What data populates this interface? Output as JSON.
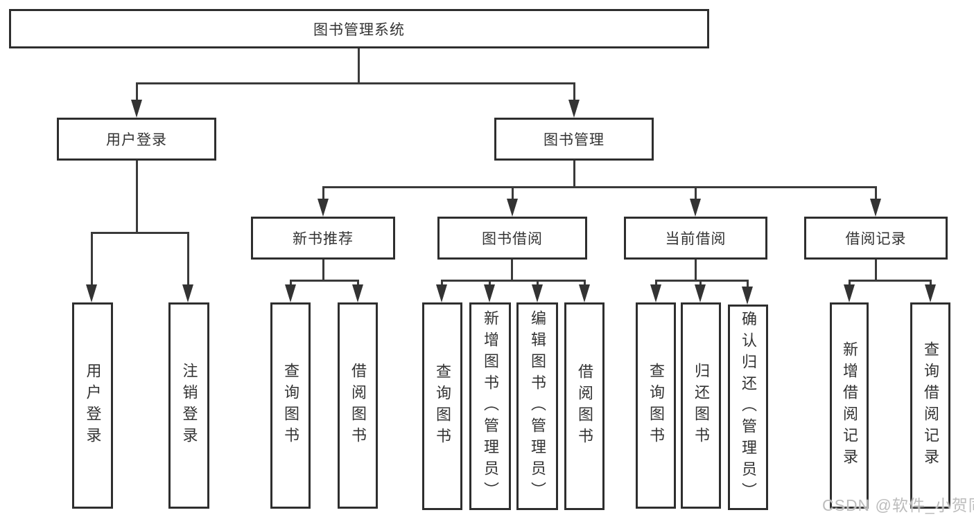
{
  "diagram": {
    "nodes": {
      "root": {
        "label": "图书管理系统"
      },
      "user_login": {
        "label": "用户登录"
      },
      "book_mgmt": {
        "label": "图书管理"
      },
      "new_book_rec": {
        "label": "新书推荐"
      },
      "book_borrow": {
        "label": "图书借阅"
      },
      "current_borrow": {
        "label": "当前借阅"
      },
      "borrow_record": {
        "label": "借阅记录"
      },
      "leaf_user_login": {
        "label": "用户登录"
      },
      "leaf_logout_login": {
        "label": "注销登录"
      },
      "leaf_rec_query_book": {
        "label": "查询图书"
      },
      "leaf_rec_borrow_book": {
        "label": "借阅图书"
      },
      "leaf_bor_query_book": {
        "label": "查询图书"
      },
      "leaf_bor_add_book": {
        "label": "新增图书（管理员）"
      },
      "leaf_bor_edit_book": {
        "label": "编辑图书（管理员）"
      },
      "leaf_bor_borrow_book": {
        "label": "借阅图书"
      },
      "leaf_cur_query_book": {
        "label": "查询图书"
      },
      "leaf_cur_return_book": {
        "label": "归还图书"
      },
      "leaf_cur_confirm_return": {
        "label": "确认归还（管理员）"
      },
      "leaf_hist_add_record": {
        "label": "新增借阅记录"
      },
      "leaf_hist_query_record": {
        "label": "查询借阅记录"
      }
    },
    "watermark": {
      "text": "CSDN @软件_小贺同学"
    },
    "colors": {
      "line": "#3a3a3a",
      "border": "#2e2e2e",
      "text": "#333333",
      "watermark": "#bcbcbc",
      "background": "#ffffff"
    }
  }
}
